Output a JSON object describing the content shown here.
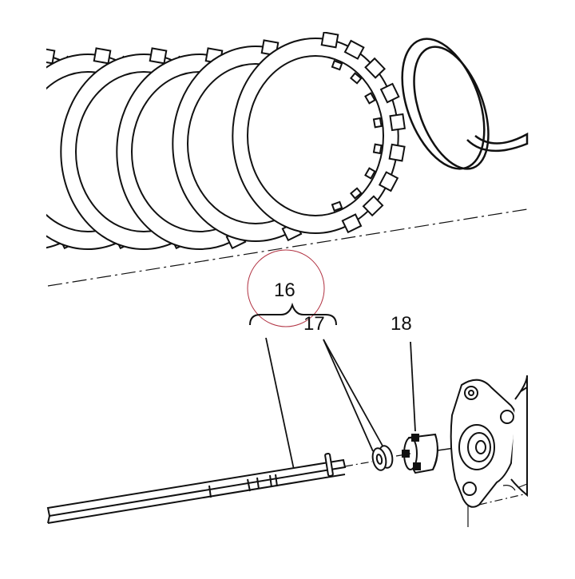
{
  "diagram": {
    "callouts": [
      {
        "id": "16",
        "label": "16"
      },
      {
        "id": "17",
        "label": "17"
      },
      {
        "id": "18",
        "label": "18"
      }
    ],
    "highlight_color": "#b03040",
    "line_color": "#111111"
  }
}
